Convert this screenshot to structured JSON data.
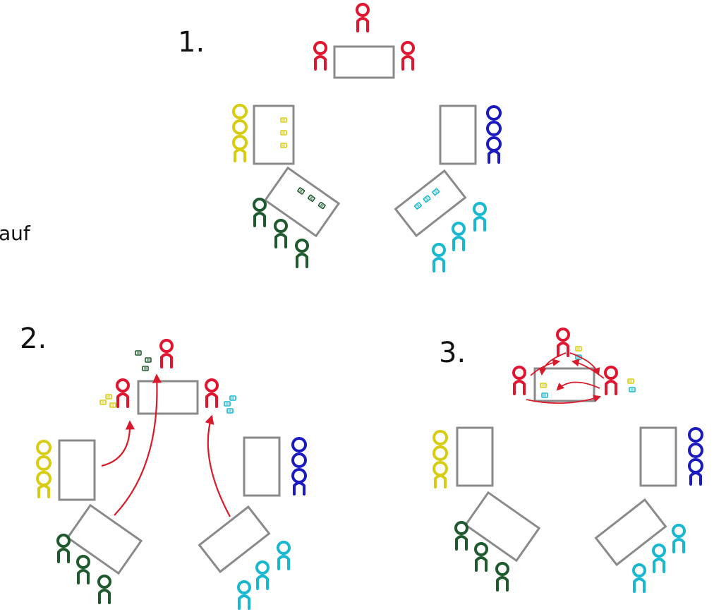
{
  "labels": {
    "step1": "1.",
    "step2": "2.",
    "step3": "3.",
    "cropped_word": "auf"
  },
  "colors": {
    "red": "#e01530",
    "yellow": "#d8cc10",
    "blue": "#1a1ac0",
    "green": "#1e5a2e",
    "cyan": "#18b8d0",
    "table": "#8a8a8a",
    "arrow": "#d81a2a"
  },
  "icons": {
    "person": "person-icon",
    "table": "table-rect",
    "card": "card-stack-icon",
    "arrow": "red-arrow"
  }
}
